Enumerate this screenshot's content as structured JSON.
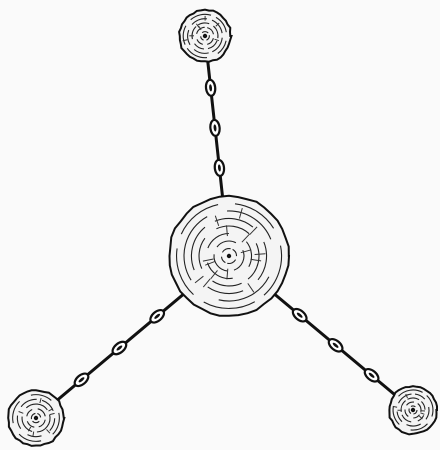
{
  "diagram": {
    "kind": "tensegrity-like anchor: one central log round tied by three chain-and-rope lines to three smaller log rounds",
    "center_round": {
      "rings": 7
    },
    "outer_rounds": [
      {
        "id": "top",
        "rings": 5
      },
      {
        "id": "bottom-left",
        "rings": 5
      },
      {
        "id": "bottom-right",
        "rings": 5
      }
    ],
    "connectors": [
      {
        "from": "center",
        "to": "top",
        "links": 3
      },
      {
        "from": "center",
        "to": "bottom-left",
        "links": 3
      },
      {
        "from": "center",
        "to": "bottom-right",
        "links": 3
      }
    ],
    "colors": {
      "ink": "#111111",
      "paper": "#fafafa"
    }
  }
}
